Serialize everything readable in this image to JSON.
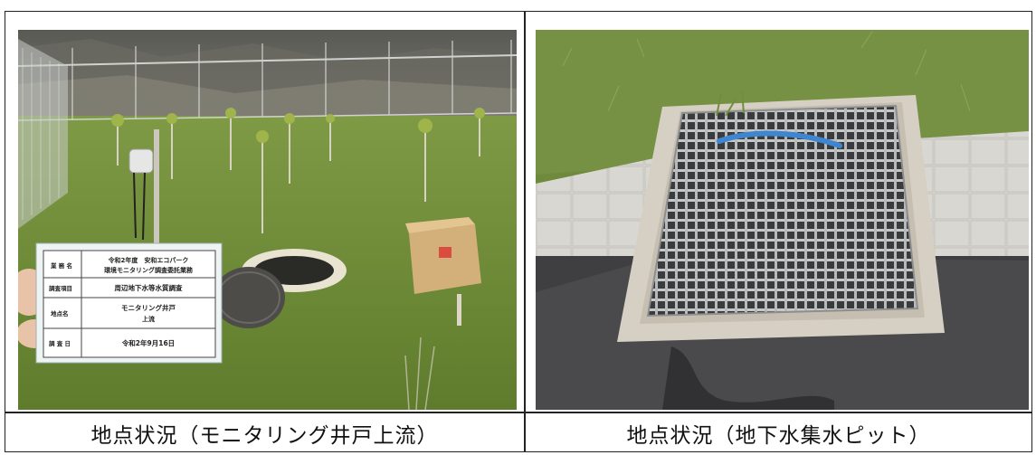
{
  "photos": [
    {
      "caption": "地点状況（モニタリング井戸上流）",
      "board": {
        "rows": [
          {
            "label": "業 務 名",
            "value": "令和2年度　安和エコパーク",
            "value2": "環境モニタリング調査委託業務"
          },
          {
            "label": "調査項目",
            "value": "周辺地下水等水質調査",
            "value2": ""
          },
          {
            "label": "地点名",
            "value": "モニタリング井戸",
            "value2": "上流"
          },
          {
            "label": "調 査 日",
            "value": "令和2年9月16日",
            "value2": ""
          }
        ]
      }
    },
    {
      "caption": "地点状況（地下水集水ピット）"
    }
  ]
}
